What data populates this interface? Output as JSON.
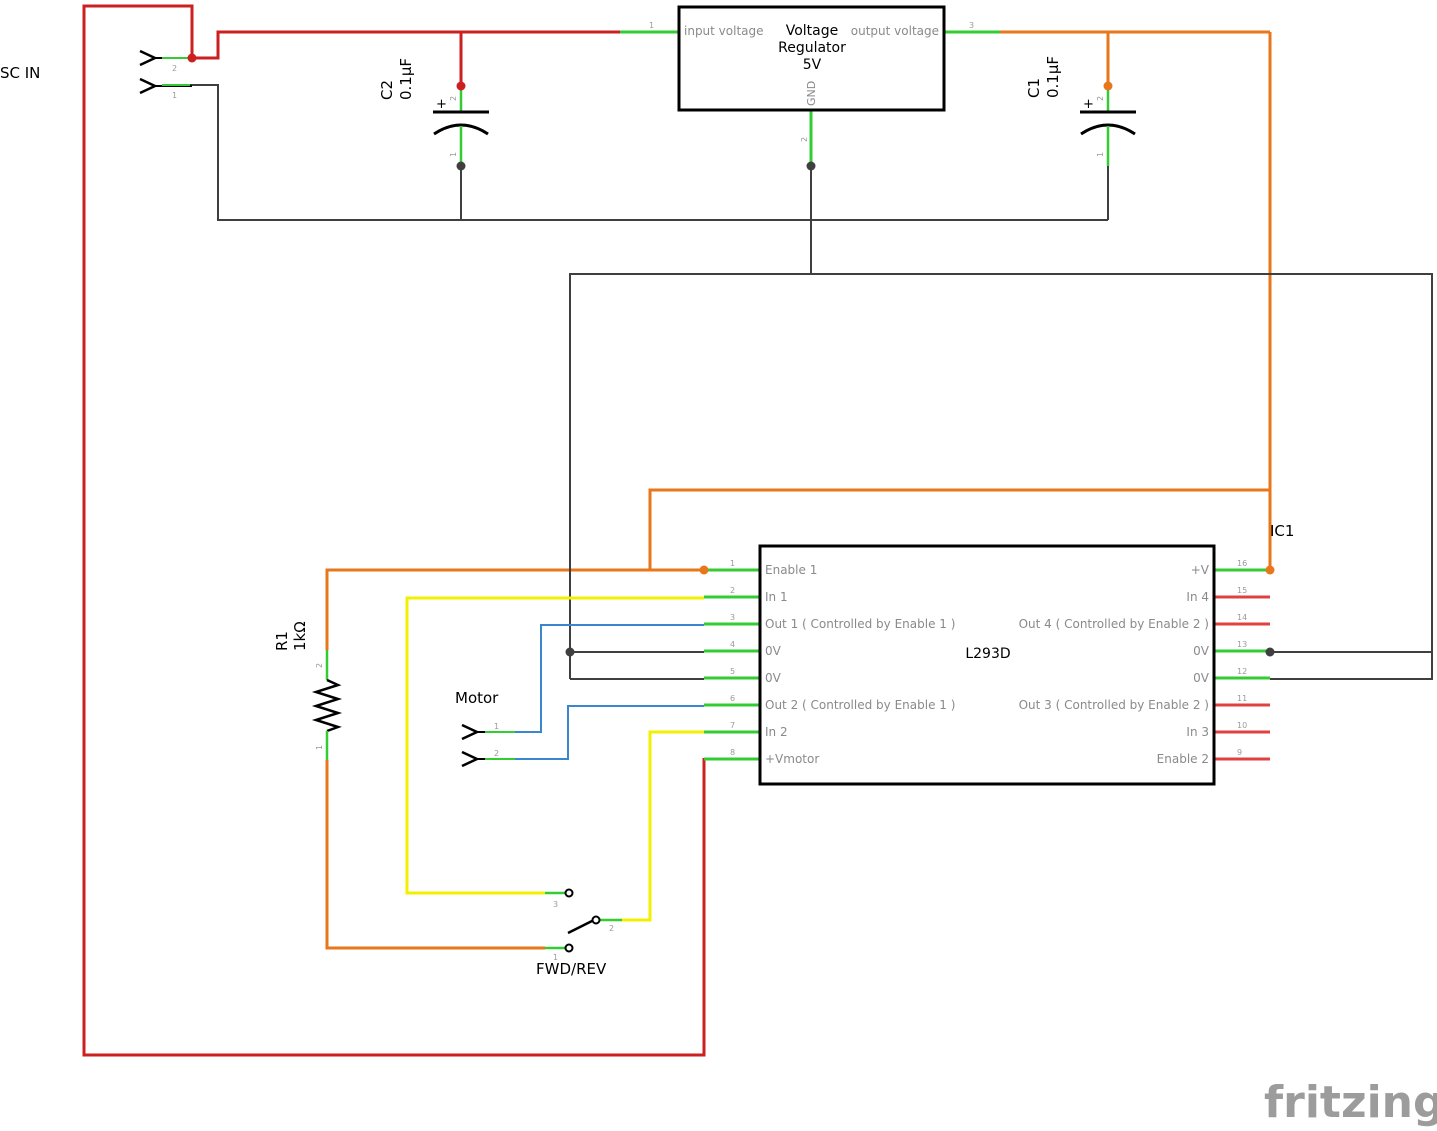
{
  "colors": {
    "power": "#cc1f1f",
    "vcc5": "#e8761a",
    "ground": "#3f3f3f",
    "signal_yellow": "#f2f000",
    "signal_blue": "#3a86cf",
    "pin_green": "#33cc33",
    "pin_unused": "#e04040"
  },
  "labels": {
    "sc_in": "SC IN",
    "c2_name": "C2",
    "c2_value": "0.1µF",
    "c1_name": "C1",
    "c1_value": "0.1µF",
    "r1_name": "R1",
    "r1_value": "1kΩ",
    "motor": "Motor",
    "switch": "FWD/REV",
    "ic1": "IC1",
    "ic_part": "L293D",
    "watermark": "fritzing"
  },
  "regulator": {
    "title_line1": "Voltage",
    "title_line2": "Regulator",
    "title_line3": "5V",
    "pin_input": "input voltage",
    "pin_output": "output voltage",
    "pin_gnd": "GND",
    "num_input": "1",
    "num_output": "3",
    "num_gnd": "2"
  },
  "connector_sc": {
    "pin_top": "2",
    "pin_bottom": "1"
  },
  "connector_motor": {
    "pin_top": "1",
    "pin_bottom": "2"
  },
  "capacitor_pins": {
    "plus_sign": "+",
    "pin_pos": "2",
    "pin_neg": "1"
  },
  "resistor_pins": {
    "pin_top": "2",
    "pin_bottom": "1"
  },
  "switch_pins": {
    "p3": "3",
    "p2": "2",
    "p1": "1"
  },
  "ic_pins_left": [
    {
      "num": "1",
      "label": "Enable 1"
    },
    {
      "num": "2",
      "label": "In 1"
    },
    {
      "num": "3",
      "label": "Out 1 ( Controlled by Enable 1 )"
    },
    {
      "num": "4",
      "label": "0V"
    },
    {
      "num": "5",
      "label": "0V"
    },
    {
      "num": "6",
      "label": "Out 2 ( Controlled by Enable 1 )"
    },
    {
      "num": "7",
      "label": "In 2"
    },
    {
      "num": "8",
      "label": "+Vmotor"
    }
  ],
  "ic_pins_right": [
    {
      "num": "16",
      "label": "+V"
    },
    {
      "num": "15",
      "label": "In 4"
    },
    {
      "num": "14",
      "label": "Out 4 ( Controlled by Enable 2 )"
    },
    {
      "num": "13",
      "label": "0V"
    },
    {
      "num": "12",
      "label": "0V"
    },
    {
      "num": "11",
      "label": "Out 3 ( Controlled by Enable 2 )"
    },
    {
      "num": "10",
      "label": "In 3"
    },
    {
      "num": "9",
      "label": "Enable 2"
    }
  ]
}
